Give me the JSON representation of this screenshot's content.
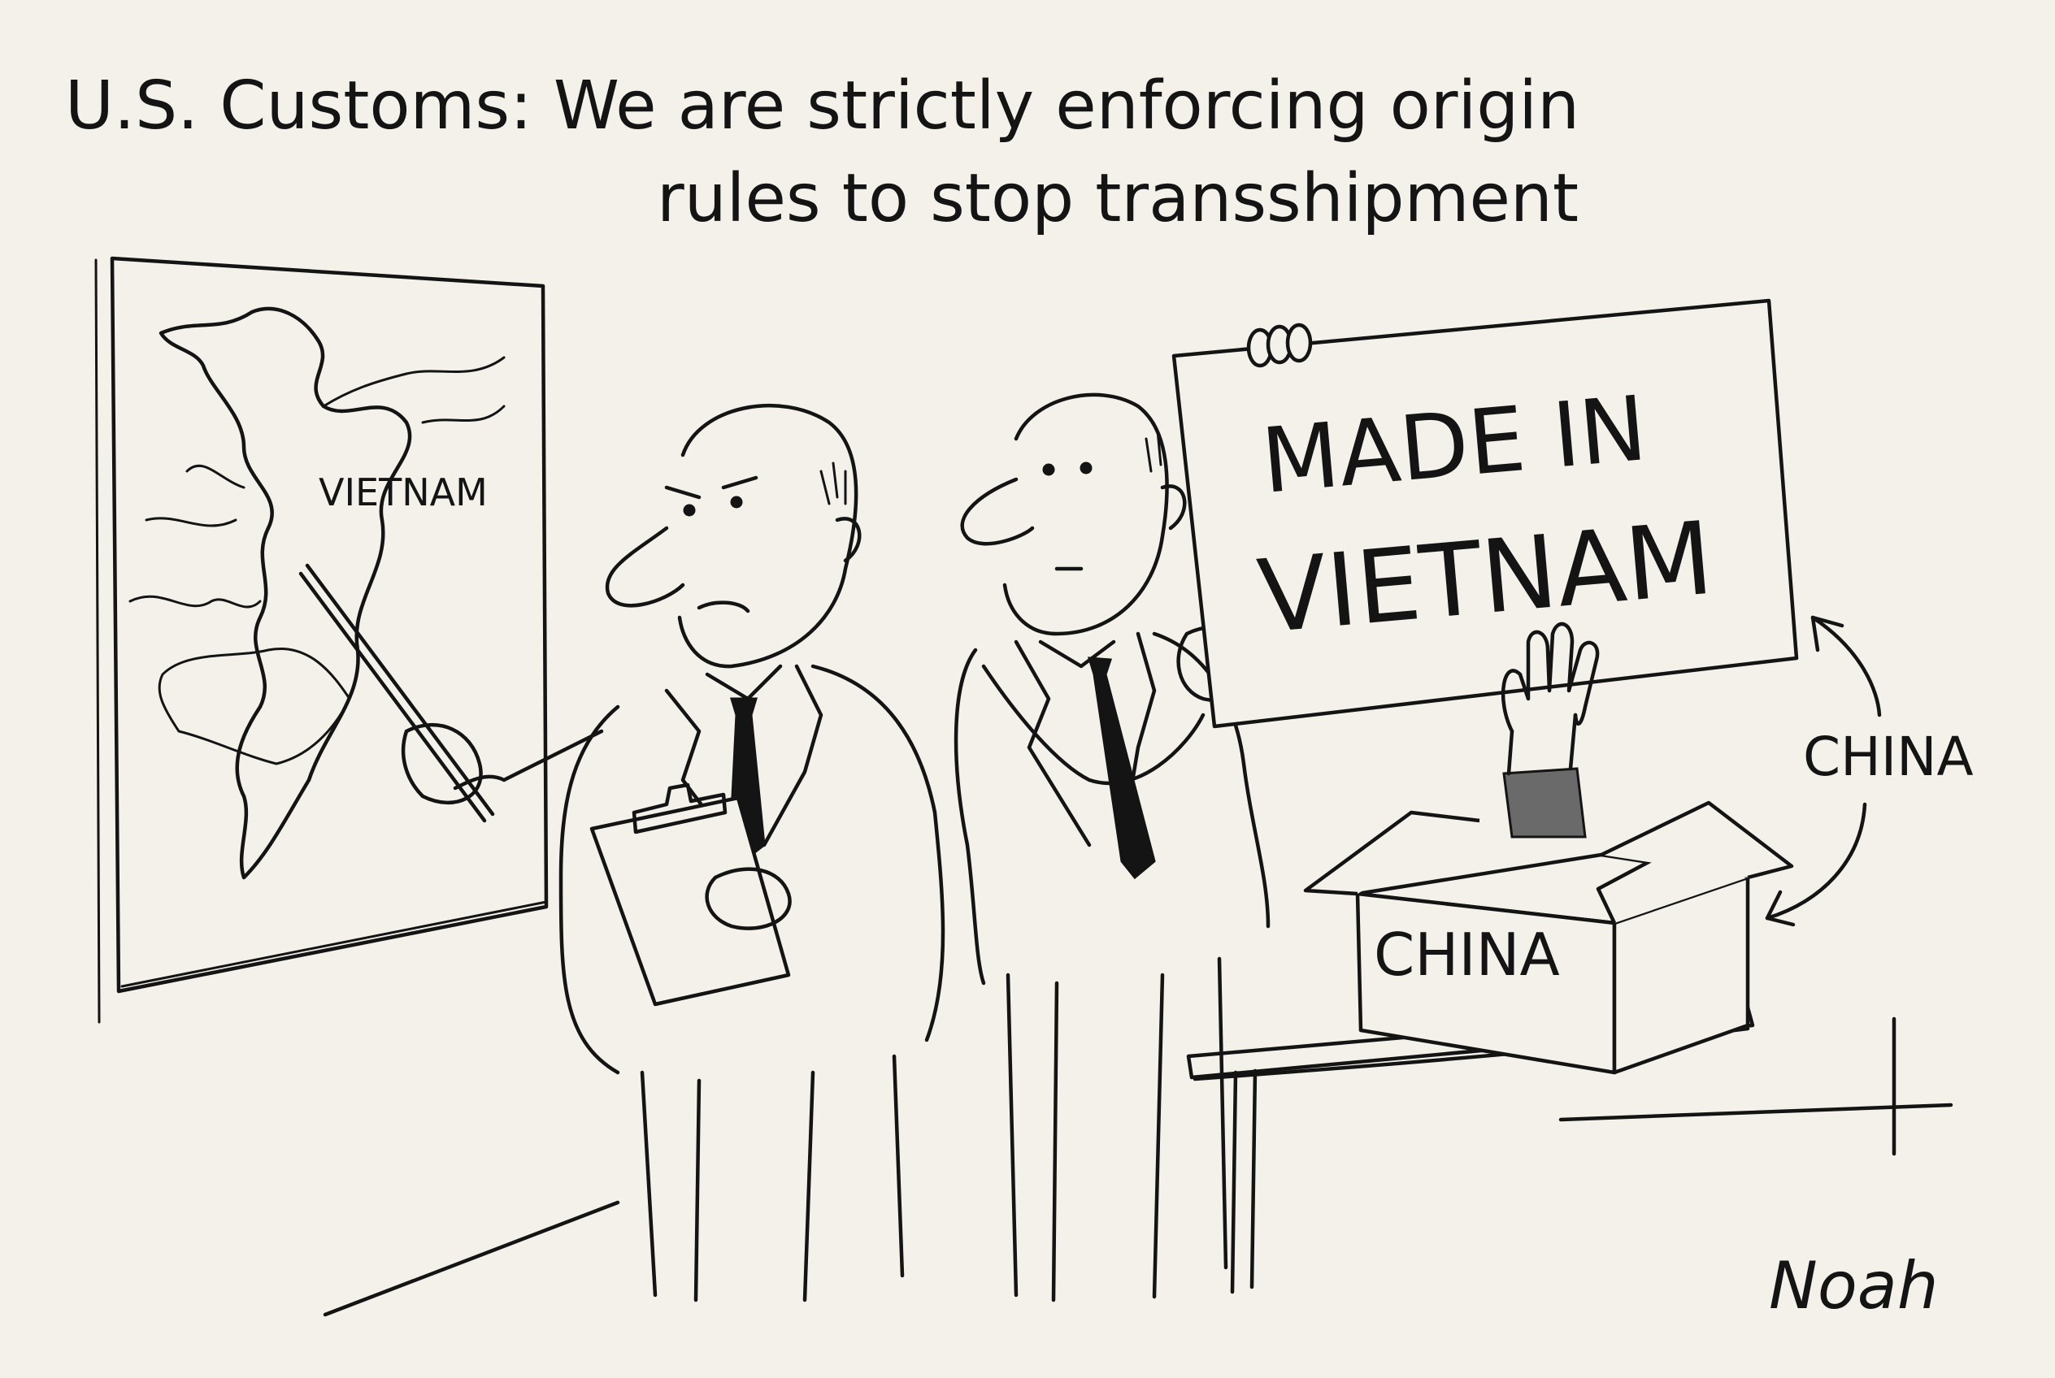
{
  "caption": {
    "line1": "U.S. Customs: We are strictly enforcing origin",
    "line2": "rules to stop transshipment"
  },
  "map": {
    "label": "VIETNAM"
  },
  "sign": {
    "line1": "MADE IN",
    "line2": "VIETNAM"
  },
  "box": {
    "label": "CHINA"
  },
  "arrow_note": {
    "label": "CHINA"
  },
  "signature": "Noah",
  "colors": {
    "paper": "#f3f1ea",
    "ink": "#141414"
  }
}
